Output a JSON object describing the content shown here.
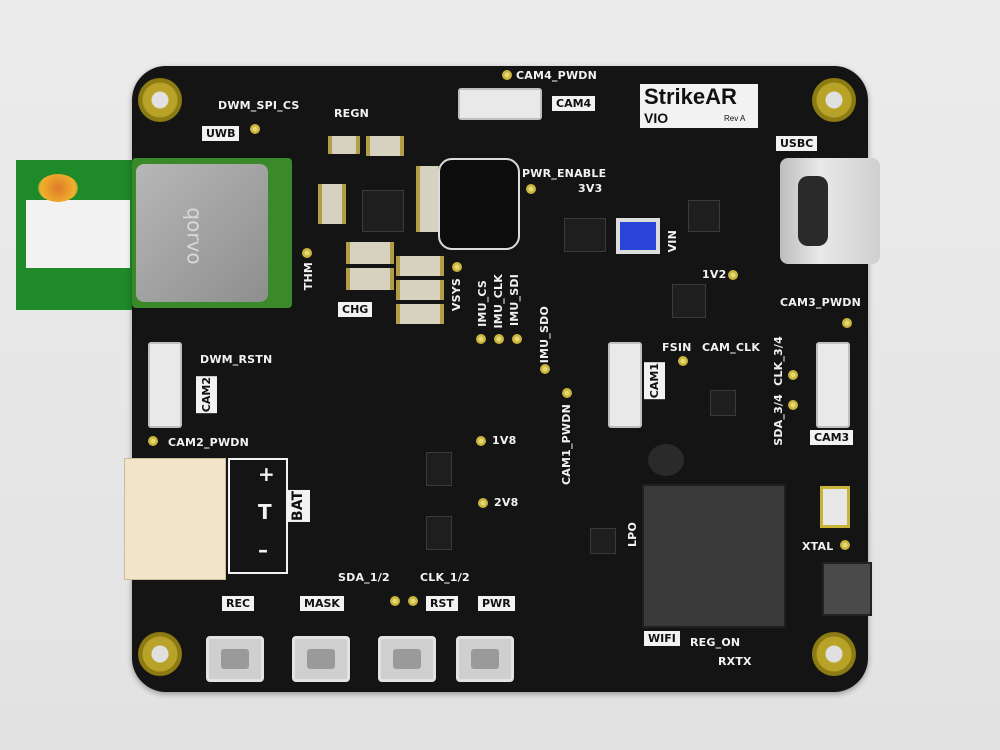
{
  "board": {
    "title": "StrikeAR",
    "subtitle": "VIO",
    "revision": "Rev A"
  },
  "labels": {
    "cam4_pwdn": "CAM4_PWDN",
    "cam4": "CAM4",
    "dwm_spi_cs": "DWM_SPI_CS",
    "regn": "REGN",
    "uwb": "UWB",
    "usbc": "USBC",
    "pwr_enable": "PWR_ENABLE",
    "v3v3": "3V3",
    "vin": "VIN",
    "thm": "THM",
    "vsys": "VSYS",
    "chg": "CHG",
    "imu_cs": "IMU_CS",
    "imu_clk": "IMU_CLK",
    "imu_sdi": "IMU_SDI",
    "imu_sdo": "IMU_SDO",
    "v1v2": "1V2",
    "cam3_pwdn": "CAM3_PWDN",
    "dwm_rstn": "DWM_RSTN",
    "cam2": "CAM2",
    "fsin": "FSIN",
    "cam_clk": "CAM_CLK",
    "clk_34": "CLK_3/4",
    "sda_34": "SDA_3/4",
    "cam1": "CAM1",
    "cam3": "CAM3",
    "cam2_pwdn": "CAM2_PWDN",
    "v1v8": "1V8",
    "cam1_pwdn": "CAM1_PWDN",
    "bat": "BAT",
    "bat_plus": "+",
    "bat_t": "T",
    "bat_minus": "–",
    "v2v8": "2V8",
    "lpo": "LPO",
    "xtal": "XTAL",
    "sda_12": "SDA_1/2",
    "clk_12": "CLK_1/2",
    "rec": "REC",
    "mask": "MASK",
    "rst": "RST",
    "pwr": "PWR",
    "wifi": "WIFI",
    "reg_on": "REG_ON",
    "rxtx": "RXTX"
  },
  "module": {
    "brand": "qorvo"
  },
  "colors": {
    "board": "#141414",
    "background": "#e6e6e6",
    "gold": "#c9b43a",
    "module_pcb": "#1f8a2a",
    "silkscreen": "#f2f2f2"
  }
}
